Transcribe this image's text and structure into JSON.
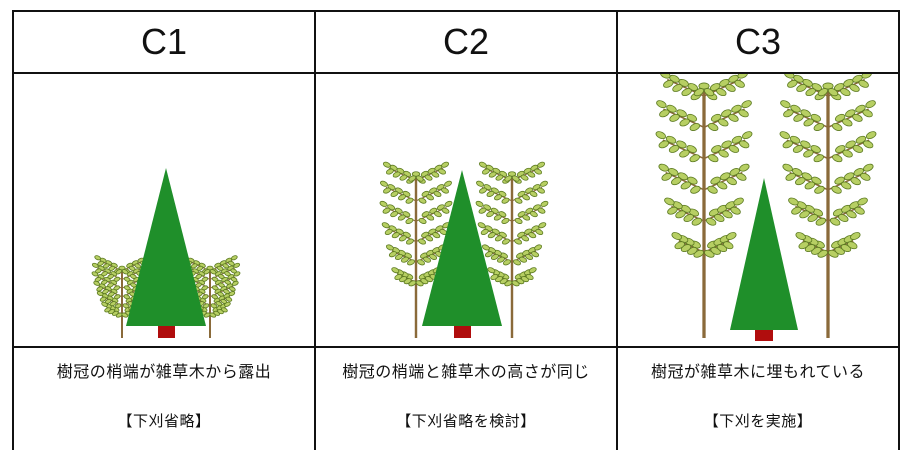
{
  "columns": [
    {
      "header": "C1",
      "caption": "樹冠の梢端が雑草木から露出",
      "action": "【下刈省略】"
    },
    {
      "header": "C2",
      "caption": "樹冠の梢端と雑草木の高さが同じ",
      "action": "【下刈省略を検討】"
    },
    {
      "header": "C3",
      "caption": "樹冠が雑草木に埋もれている",
      "action": "【下刈を実施】"
    }
  ],
  "colors": {
    "conifer": "#1f8f2a",
    "trunk": "#b00d0d",
    "branch": "#8a6a3a",
    "leaf": "#b7cf63",
    "leaf_edge": "#5c7a21"
  }
}
